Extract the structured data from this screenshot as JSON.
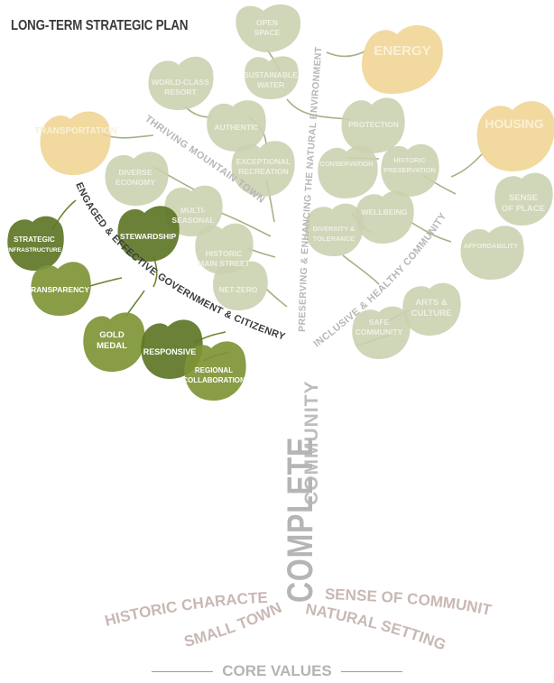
{
  "title": "LONG-TERM STRATEGIC PLAN",
  "trunk": {
    "main": "COMPLETE",
    "sub": "COMMUNITY"
  },
  "branches": {
    "natural": "PRESERVING & ENHANCING THE NATURAL ENVIRONMENT",
    "thriving": "THRIVING MOUNTAIN TOWN",
    "engaged": "ENGAGED & EFFECTIVE GOVERNMENT & CITIZENRY",
    "inclusive": "INCLUSIVE & HEALTHY COMMUNITY"
  },
  "leaves": {
    "open_space": [
      "OPEN",
      "SPACE"
    ],
    "sustainable_water": [
      "SUSTAINABLE",
      "WATER"
    ],
    "energy": [
      "ENERGY"
    ],
    "world_class_resort": [
      "WORLD-CLASS",
      "RESORT"
    ],
    "authentic": [
      "AUTHENTIC"
    ],
    "transportation": [
      "TRANSPORTATION"
    ],
    "exceptional_recreation": [
      "EXCEPTIONAL",
      "RECREATION"
    ],
    "protection": [
      "PROTECTION"
    ],
    "housing": [
      "HOUSING"
    ],
    "diverse_economy": [
      "DIVERSE",
      "ECONOMY"
    ],
    "conservation": [
      "CONSERVATION"
    ],
    "historic_preservation": [
      "HISTORIC",
      "PRESERVATION"
    ],
    "multi_seasonal": [
      "MULTI-",
      "SEASONAL"
    ],
    "wellbeing": [
      "WELLBEING"
    ],
    "sense_of_place": [
      "SENSE",
      "OF PLACE"
    ],
    "stewardship": [
      "STEWARDSHIP"
    ],
    "strategic_infrastructure": [
      "STRATEGIC",
      "INFRASTRUCTURE"
    ],
    "diversity_tolerance": [
      "DIVERSITY &",
      "TOLERANCE"
    ],
    "affordability": [
      "AFFORDABILITY"
    ],
    "historic_main_street": [
      "HISTORIC",
      "MAIN STREET"
    ],
    "transparency": [
      "TRANSPARENCY"
    ],
    "net_zero": [
      "NET-ZERO"
    ],
    "arts_culture": [
      "ARTS &",
      "CULTURE"
    ],
    "gold_medal": [
      "GOLD",
      "MEDAL"
    ],
    "responsive": [
      "RESPONSIVE"
    ],
    "safe_community": [
      "SAFE",
      "COMMUNITY"
    ],
    "regional_collaboration": [
      "REGIONAL",
      "COLLABORATION"
    ]
  },
  "core_values": {
    "historic_character": "HISTORIC CHARACTER",
    "small_town": "SMALL TOWN",
    "sense_of_community": "SENSE OF COMMUNITY",
    "natural_setting": "NATURAL SETTING"
  },
  "footer": "CORE VALUES",
  "colors": {
    "light_leaf": "#cbd2b0",
    "light_leaf_text": "#eef0e2",
    "dark_leaf_1": "#5e7626",
    "dark_leaf_2": "#7f9436",
    "yellow_leaf": "#f0d596",
    "yellow_leaf_text": "#fbf0d6",
    "core_values_text": "#c9b8b4",
    "trunk_text": "#b5b5b5",
    "band_text_dark": "#3d3d3d",
    "band_text_light": "#b7b7b7"
  }
}
